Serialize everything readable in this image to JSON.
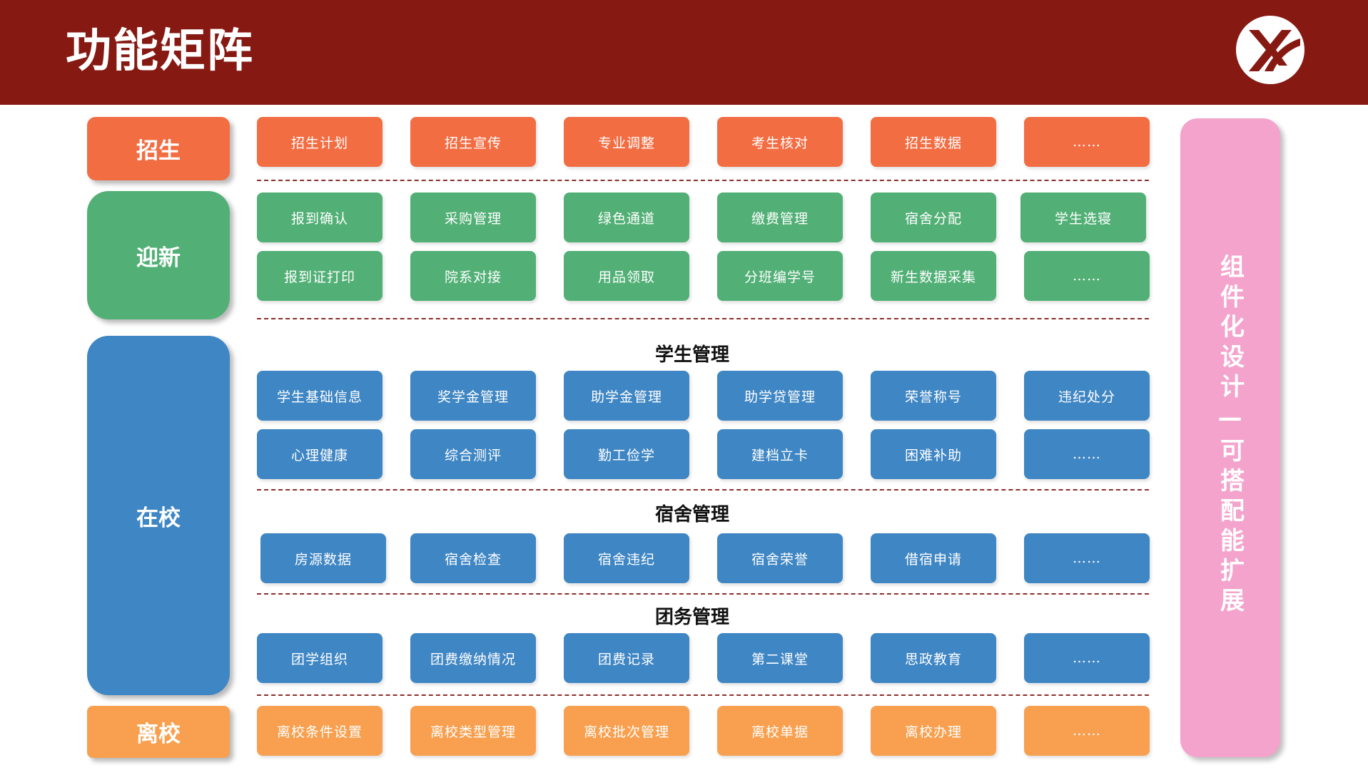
{
  "header": {
    "title": "功能矩阵"
  },
  "categories": {
    "recruit": "招生",
    "welcome": "迎新",
    "campus": "在校",
    "leave": "离校"
  },
  "recruit_items": [
    "招生计划",
    "招生宣传",
    "专业调整",
    "考生核对",
    "招生数据",
    "……"
  ],
  "welcome_row1": [
    "报到确认",
    "采购管理",
    "绿色通道",
    "缴费管理",
    "宿舍分配",
    "学生选寝"
  ],
  "welcome_row2": [
    "报到证打印",
    "院系对接",
    "用品领取",
    "分班编学号",
    "新生数据采集",
    "……"
  ],
  "sections": {
    "student": "学生管理",
    "dorm": "宿舍管理",
    "league": "团务管理"
  },
  "student_row1": [
    "学生基础信息",
    "奖学金管理",
    "助学金管理",
    "助学贷管理",
    "荣誉称号",
    "违纪处分"
  ],
  "student_row2": [
    "心理健康",
    "综合测评",
    "勤工俭学",
    "建档立卡",
    "困难补助",
    "……"
  ],
  "dorm_items": [
    "房源数据",
    "宿舍检查",
    "宿舍违纪",
    "宿舍荣誉",
    "借宿申请",
    "……"
  ],
  "league_items": [
    "团学组织",
    "团费缴纳情况",
    "团费记录",
    "第二课堂",
    "思政教育",
    "……"
  ],
  "leave_items": [
    "离校条件设置",
    "离校类型管理",
    "离校批次管理",
    "离校单据",
    "离校办理",
    "……"
  ],
  "side_panel": {
    "text": "组件化设计—可搭配能扩展"
  },
  "colors": {
    "header": "#861a13",
    "recruit": "#f36d43",
    "welcome": "#52b076",
    "campus": "#3f86c4",
    "leave": "#f8a04f",
    "side": "#f4a3cc"
  }
}
